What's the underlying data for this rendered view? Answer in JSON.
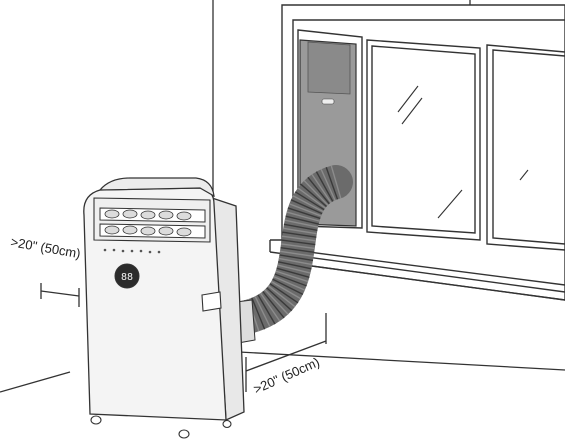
{
  "labels": {
    "side_clearance": ">20\" (50cm)",
    "rear_clearance": ">20\" (50cm)",
    "display_readout": "88"
  },
  "colors": {
    "line": "#333333",
    "vent_panel": "#9a9a9a",
    "vent_panel_dark": "#8a8a8a",
    "hose": "#6b6b6b",
    "display_bg": "#2b2b2b",
    "unit_body": "#f4f4f4"
  }
}
